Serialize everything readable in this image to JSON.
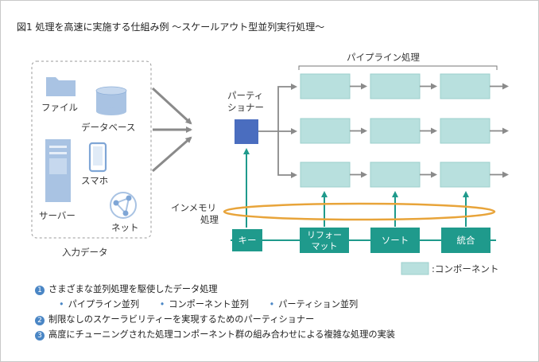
{
  "figure_title": "図1 処理を高速に実施する仕組み例 〜スケールアウト型並列実行処理〜",
  "inputs": {
    "file": "ファイル",
    "database": "データベース",
    "smartphone": "スマホ",
    "server": "サーバー",
    "network": "ネット",
    "caption": "入力データ"
  },
  "pipeline_label": "パイプライン処理",
  "partitioner_label": [
    "パーティ",
    "ショナー"
  ],
  "inmemory_label": [
    "インメモリ",
    "処理"
  ],
  "components": {
    "key": "キー",
    "reformat": [
      "リフォー",
      "マット"
    ],
    "sort": "ソート",
    "merge": "統合"
  },
  "legend_label": ":コンポーネント",
  "notes": {
    "n1_num": "1",
    "n1_text": "さまざまな並列処理を駆使したデータ処理",
    "n1_bullets": [
      "パイプライン並列",
      "コンポーネント並列",
      "パーティション並列"
    ],
    "n2_num": "2",
    "n2_text": "制限なしのスケーラビリティーを実現するためのパーティショナー",
    "n3_num": "3",
    "n3_text": "高度にチューニングされた処理コンポーネント群の組み合わせによる複雑な処理の実装"
  },
  "colors": {
    "component_fill": "#b8e0de",
    "component_stroke": "#9ccfcc",
    "teal": "#1f9a8c",
    "partitioner": "#4a6dbf",
    "ellipse": "#e8a43a",
    "arrow": "#8a8a8a",
    "icon_blue": "#a9c3e3"
  }
}
